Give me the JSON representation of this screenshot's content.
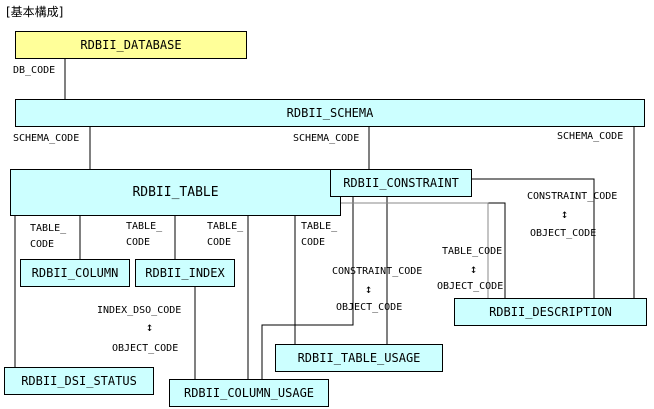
{
  "title": "[基本構成]",
  "tables": {
    "database": "RDBII_DATABASE",
    "schema": "RDBII_SCHEMA",
    "table": "RDBII_TABLE",
    "constraint": "RDBII_CONSTRAINT",
    "column": "RDBII_COLUMN",
    "index": "RDBII_INDEX",
    "description": "RDBII_DESCRIPTION",
    "table_usage": "RDBII_TABLE_USAGE",
    "dsi_status": "RDBII_DSI_STATUS",
    "column_usage": "RDBII_COLUMN_USAGE"
  },
  "labels": {
    "db_code": "DB_CODE",
    "schema_code_1": "SCHEMA_CODE",
    "schema_code_2": "SCHEMA_CODE",
    "schema_code_3": "SCHEMA_CODE",
    "table_code_1": "TABLE_\nCODE",
    "table_code_2": "TABLE_\nCODE",
    "table_code_3": "TABLE_\nCODE",
    "table_code_4": "TABLE_\nCODE",
    "constraint_code_right": "CONSTRAINT_CODE",
    "object_code_right": "OBJECT_CODE",
    "table_code_mid": "TABLE_CODE",
    "object_code_mid": "OBJECT_CODE",
    "constraint_code_center": "CONSTRAINT_CODE",
    "object_code_center": "OBJECT_CODE",
    "index_dso_code": "INDEX_DSO_CODE",
    "object_code_left": "OBJECT_CODE"
  }
}
